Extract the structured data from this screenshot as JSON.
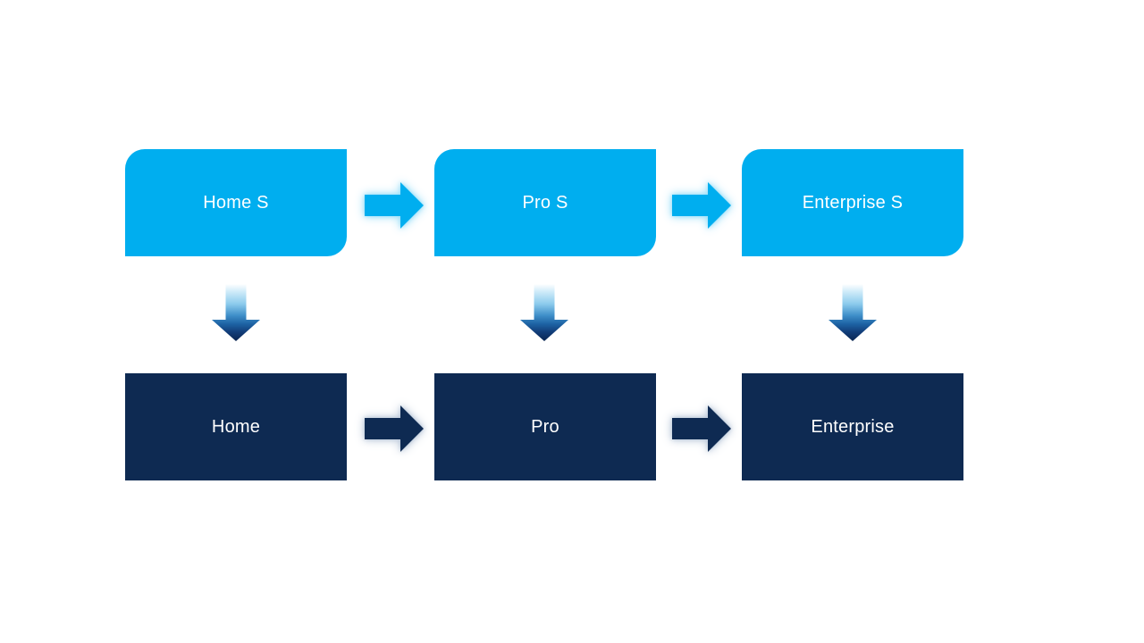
{
  "slide": {
    "background": "#FFFFFF",
    "type": "upgrade-path-diagram"
  },
  "colors": {
    "slide_bg": "#FFFFFF",
    "accent_blue": "#00AEEF",
    "accent_navy": "#0E2A52",
    "text_white": "#FFFFFF",
    "glow_cyan": "#9ADFF9",
    "glow_steel": "#B9C7D9",
    "down_arrow_gradient_top": "#FFFFFF",
    "down_arrow_gradient_bottom": "#0A2450"
  },
  "icons": {
    "right_arrow": "right-arrow-icon",
    "down_arrow": "down-arrow-icon"
  },
  "diagram": {
    "columns": [
      {
        "top": {
          "label": "Home S"
        },
        "bottom": {
          "label": "Home"
        }
      },
      {
        "top": {
          "label": "Pro S"
        },
        "bottom": {
          "label": "Pro"
        }
      },
      {
        "top": {
          "label": "Enterprise S"
        },
        "bottom": {
          "label": "Enterprise"
        }
      }
    ],
    "flow": {
      "top_row": [
        "Home S",
        "Pro S",
        "Enterprise S"
      ],
      "bottom_row": [
        "Home",
        "Pro",
        "Enterprise"
      ],
      "horizontal_direction": "left-to-right",
      "vertical_direction": "top-to-bottom"
    }
  }
}
